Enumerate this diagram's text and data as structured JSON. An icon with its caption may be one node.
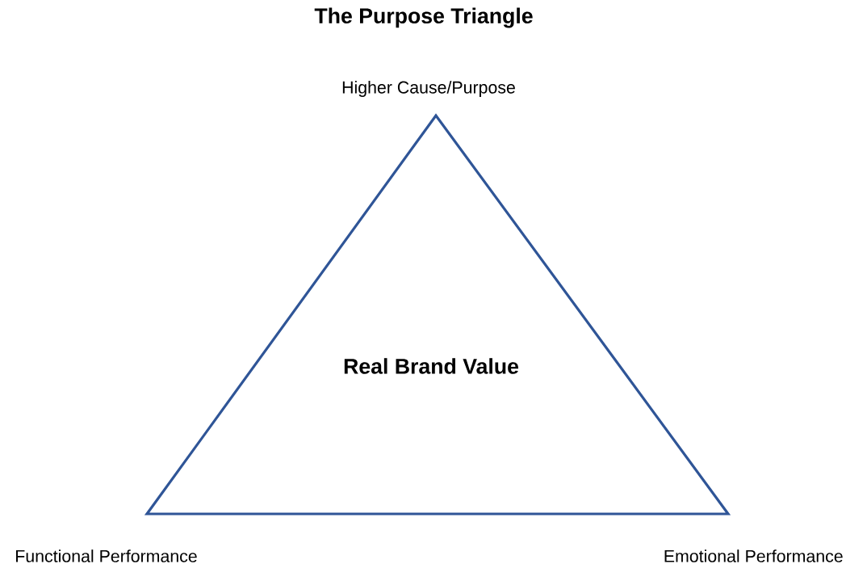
{
  "diagram": {
    "title": "The Purpose Triangle",
    "nodes": [
      {
        "text": [
          "Real Brand Value"
        ],
        "beside": [
          "Higher Cause/Purpose",
          "Functional Performance",
          "Emotional Performance"
        ]
      }
    ]
  }
}
